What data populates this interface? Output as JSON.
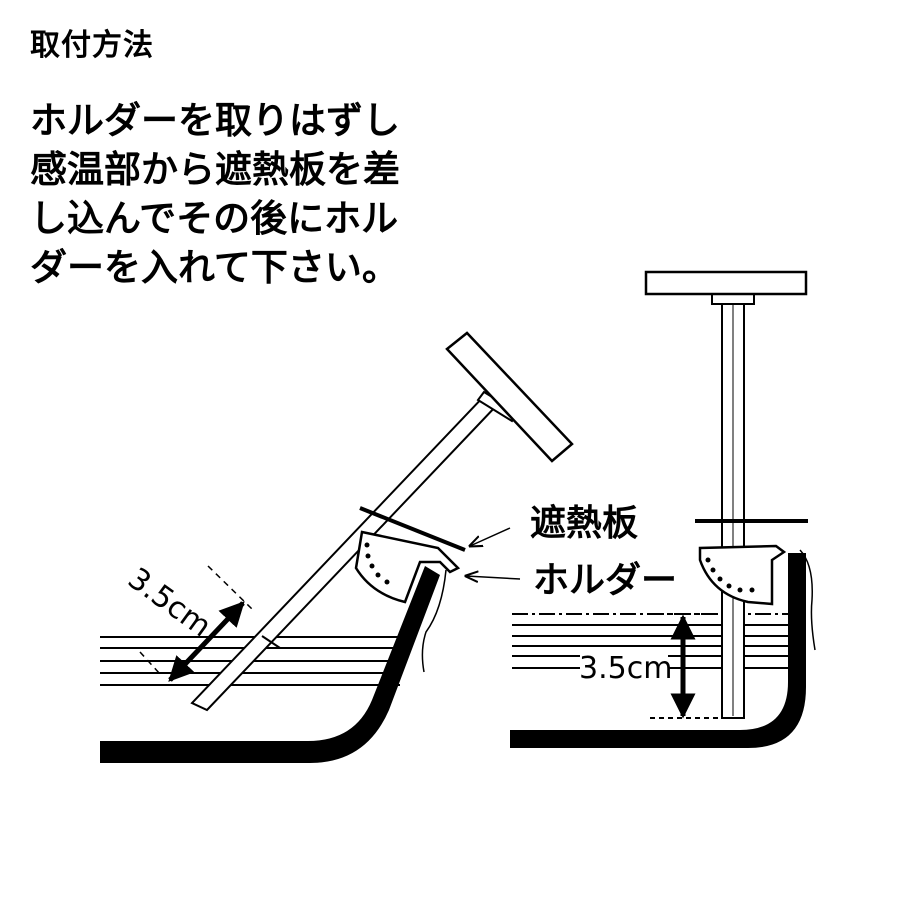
{
  "heading": "取付方法",
  "instructions": [
    "ホルダーを取りはずし",
    "感温部から遮熱板を差",
    "し込んでその後にホル",
    "ダーを入れて下さい。"
  ],
  "labels": {
    "heat_shield": "遮熱板",
    "holder": "ホルダー",
    "dimension_left": "3.5cm",
    "dimension_right": "3.5cm"
  }
}
